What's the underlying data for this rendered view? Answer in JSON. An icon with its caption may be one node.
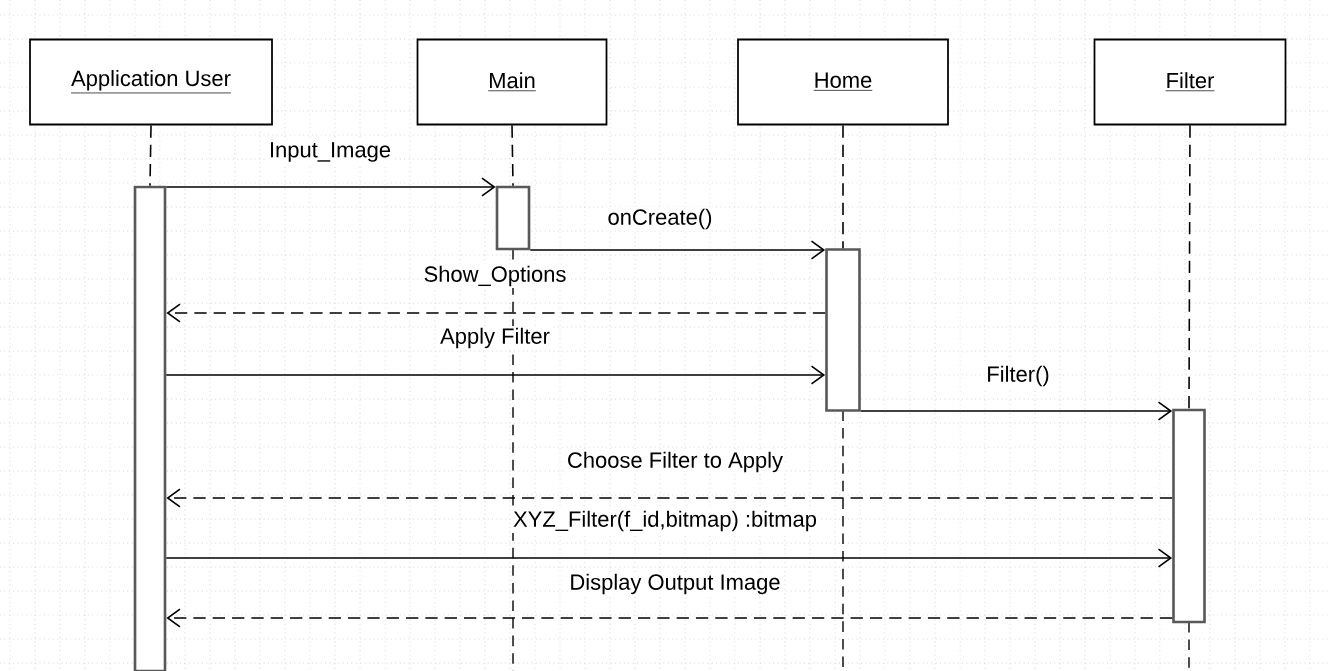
{
  "diagram": {
    "nodes": [
      {
        "text": [
          "Application User"
        ]
      },
      {
        "text": [
          "Main"
        ]
      },
      {
        "text": [
          "Home"
        ]
      },
      {
        "text": [
          "Filter"
        ]
      },
      {
        "text": [],
        "shape": "bar"
      },
      {
        "text": [],
        "shape": "bar"
      },
      {
        "text": [],
        "shape": "bar"
      },
      {
        "text": [],
        "shape": "bar"
      }
    ],
    "edges": [
      {
        "from": 0,
        "to": 4,
        "arrow": "none",
        "style": "dashed"
      },
      {
        "from": 1,
        "to": 5,
        "arrow": "none",
        "style": "dashed"
      },
      {
        "from": 2,
        "to": 6,
        "arrow": "none",
        "style": "dashed"
      },
      {
        "from": 3,
        "to": 7,
        "arrow": "none",
        "style": "dashed"
      },
      {
        "from": 4,
        "to": 5,
        "arrow": "to",
        "label": "Input_Image"
      },
      {
        "from": 5,
        "to": 6,
        "arrow": "to",
        "label": "onCreate()"
      },
      {
        "from": 6,
        "to": 4,
        "arrow": "to",
        "label": "Show_Options",
        "style": "dashed"
      },
      {
        "from": 4,
        "to": 6,
        "arrow": "to",
        "label": "Apply Filter"
      },
      {
        "from": 6,
        "to": 7,
        "arrow": "to",
        "label": "Filter()"
      },
      {
        "from": 7,
        "to": 4,
        "arrow": "to",
        "label": "Choose Filter to Apply",
        "style": "dashed"
      },
      {
        "from": 4,
        "to": 7,
        "arrow": "to",
        "label": "XYZ_Filter(f_id,bitmap) :bitmap"
      },
      {
        "from": 7,
        "to": 4,
        "arrow": "to",
        "label": "Display Output Image",
        "style": "dashed"
      }
    ]
  }
}
